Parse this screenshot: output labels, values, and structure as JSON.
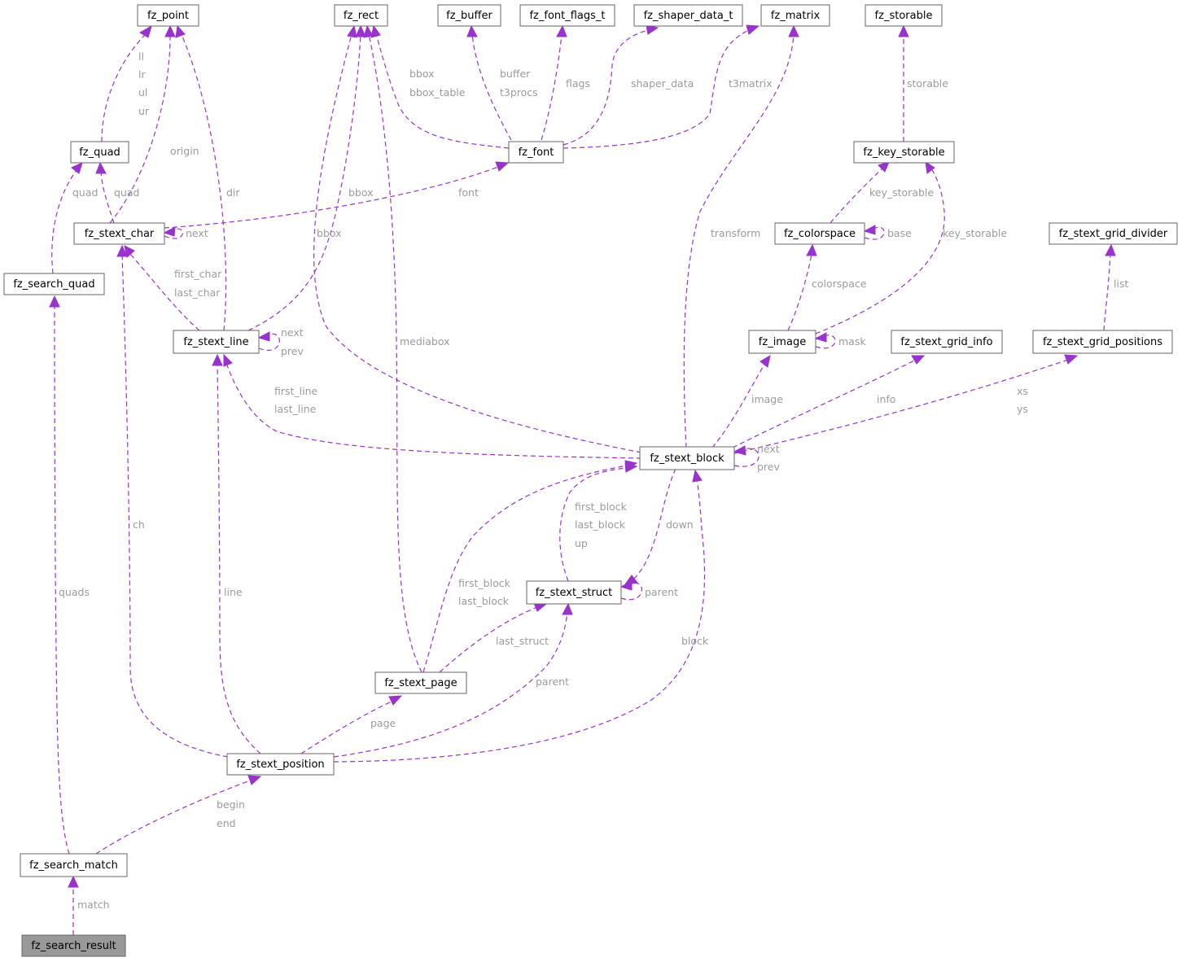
{
  "nodes": {
    "fz_point": "fz_point",
    "fz_rect": "fz_rect",
    "fz_buffer": "fz_buffer",
    "fz_font_flags_t": "fz_font_flags_t",
    "fz_shaper_data_t": "fz_shaper_data_t",
    "fz_matrix": "fz_matrix",
    "fz_storable": "fz_storable",
    "fz_quad": "fz_quad",
    "fz_font": "fz_font",
    "fz_key_storable": "fz_key_storable",
    "fz_stext_char": "fz_stext_char",
    "fz_colorspace": "fz_colorspace",
    "fz_stext_grid_divider": "fz_stext_grid_divider",
    "fz_search_quad": "fz_search_quad",
    "fz_stext_line": "fz_stext_line",
    "fz_image": "fz_image",
    "fz_stext_grid_info": "fz_stext_grid_info",
    "fz_stext_grid_positions": "fz_stext_grid_positions",
    "fz_stext_block": "fz_stext_block",
    "fz_stext_struct": "fz_stext_struct",
    "fz_stext_page": "fz_stext_page",
    "fz_stext_position": "fz_stext_position",
    "fz_search_match": "fz_search_match",
    "fz_search_result": "fz_search_result"
  },
  "edge_labels": {
    "quad_point": [
      "ll",
      "lr",
      "ul",
      "ur"
    ],
    "char_point": "origin",
    "line_point": "dir",
    "char_quad": "quad",
    "searchquad_quad": "quad",
    "font_rect": [
      "bbox",
      "bbox_table"
    ],
    "font_buffer": [
      "buffer",
      "t3procs"
    ],
    "font_flags": "flags",
    "font_shaper": "shaper_data",
    "font_matrix": "t3matrix",
    "char_font": "font",
    "char_self": "next",
    "char_rect": "bbox",
    "block_rect": "bbox",
    "page_rect": "mediabox",
    "block_matrix": "transform",
    "keystorable_storable": "storable",
    "colorspace_keystorable": "key_storable",
    "colorspace_self": "base",
    "image_keystorable": "key_storable",
    "image_colorspace": "colorspace",
    "image_self": "mask",
    "positions_divider": "list",
    "line_char": [
      "first_char",
      "last_char"
    ],
    "line_self": [
      "next",
      "prev"
    ],
    "block_line": [
      "first_line",
      "last_line"
    ],
    "block_image": "image",
    "block_info": "info",
    "block_positions": [
      "xs",
      "ys"
    ],
    "block_self": [
      "next",
      "prev"
    ],
    "struct_block": [
      "first_block",
      "last_block",
      "up"
    ],
    "block_struct": "down",
    "struct_self": "parent",
    "page_block": [
      "first_block",
      "last_block"
    ],
    "page_struct": "last_struct",
    "position_char": "ch",
    "position_line": "line",
    "position_page": "page",
    "position_struct": "parent",
    "position_block": "block",
    "match_searchquad": "quads",
    "match_position": [
      "begin",
      "end"
    ],
    "result_match": "match"
  },
  "colors": {
    "edge": "#9a32cd",
    "label": "#9b9b9b",
    "node_border": "#666666",
    "root_fill": "#999999"
  }
}
